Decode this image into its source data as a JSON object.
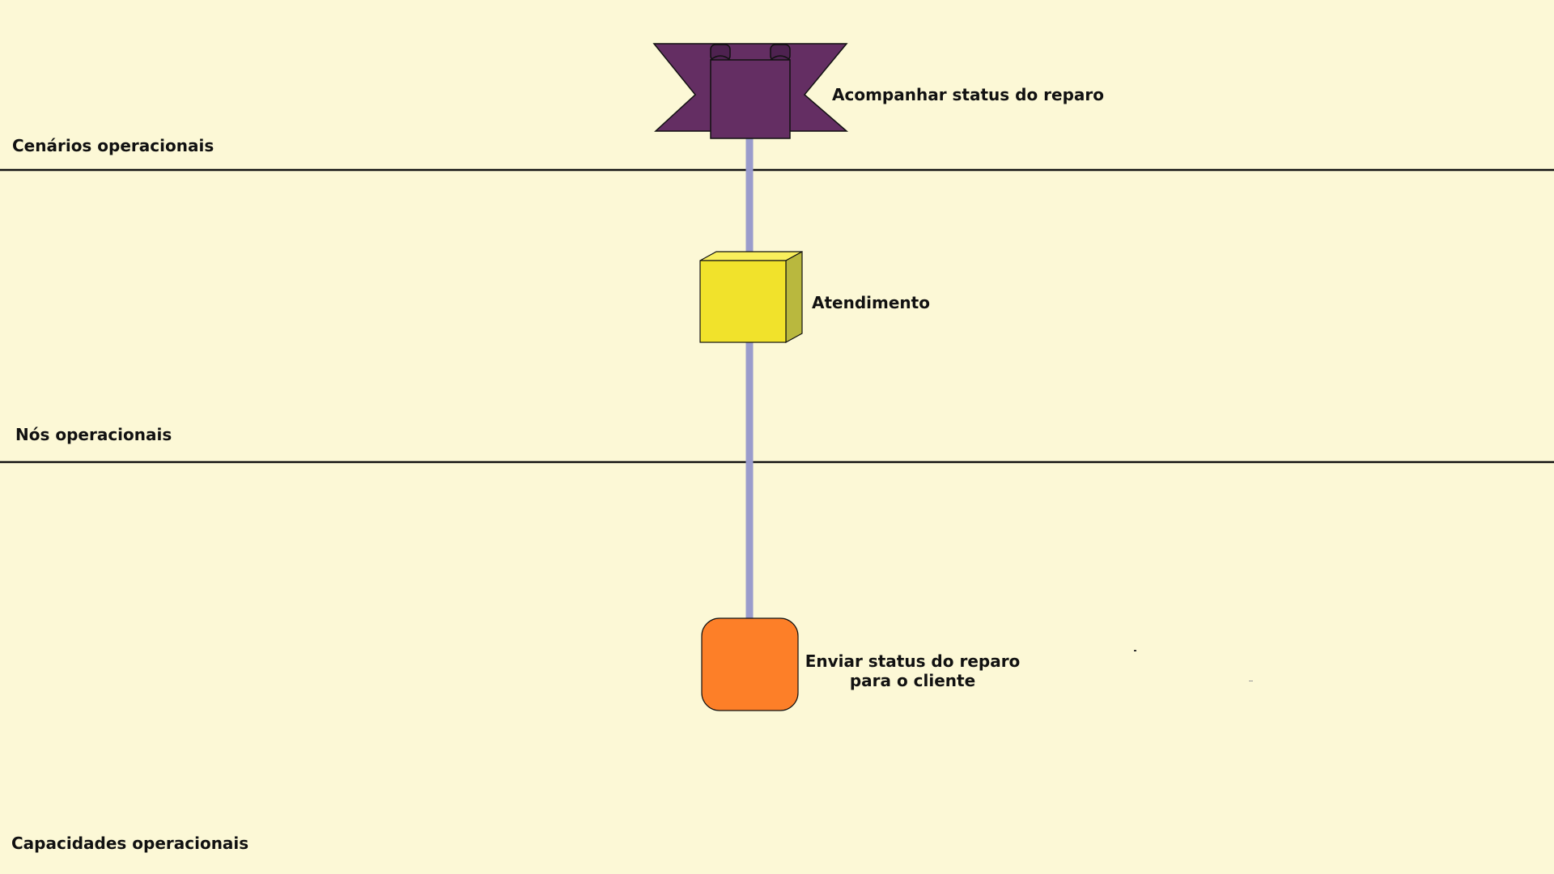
{
  "diagram": {
    "background_color": "#fcf8d6",
    "lanes": [
      {
        "label": "Cenários operacionais"
      },
      {
        "label": "Nós operacionais"
      },
      {
        "label": "Capacidades operacionais"
      }
    ],
    "nodes": [
      {
        "label": "Acompanhar status do reparo",
        "shape": "scenario-scroll-icon",
        "color": "#642e63"
      },
      {
        "label": "Atendimento",
        "shape": "node-cube-icon",
        "color": "#f1e22b"
      },
      {
        "label_lines": [
          "Enviar status do reparo",
          "para o cliente"
        ],
        "shape": "capability-rounded-square-icon",
        "color": "#fd7f28"
      }
    ],
    "connector_color": "#9a9ccc",
    "separator_color": "#111111"
  }
}
